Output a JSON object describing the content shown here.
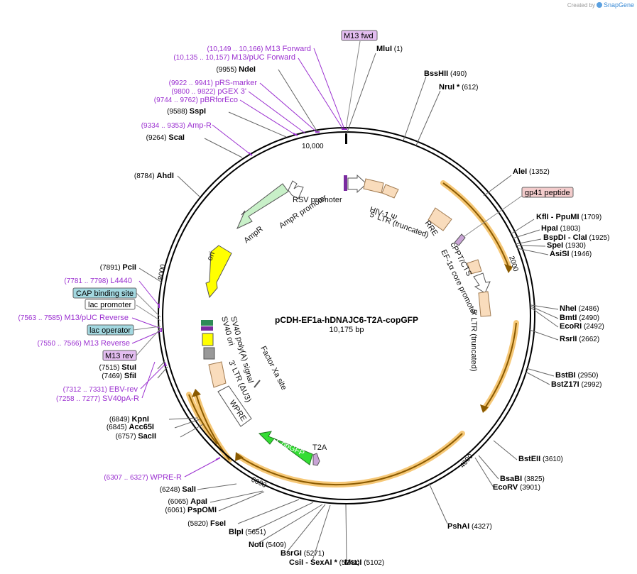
{
  "header": {
    "created_by": "Created by",
    "brand": "SnapGene"
  },
  "plasmid": {
    "name": "pCDH-EF1a-hDNAJC6-T2A-copGFP",
    "size": "10,175 bp"
  },
  "ticks": [
    "10,000",
    "2000",
    "4000",
    "6000",
    "8000"
  ],
  "colors": {
    "ring": "#000000",
    "orange_halo": "#f6c877",
    "purple": "#9b30d0",
    "site_tick": "#555555"
  },
  "sites": [
    {
      "name": "MluI",
      "pos": "(1)"
    },
    {
      "name": "BssHII",
      "pos": "(490)"
    },
    {
      "name": "NruI *",
      "pos": "(612)"
    },
    {
      "name": "AleI",
      "pos": "(1352)"
    },
    {
      "name": "KflI",
      "sep": "- ",
      "name2": "PpuMI",
      "pos": "(1709)"
    },
    {
      "name": "HpaI",
      "pos": "(1803)"
    },
    {
      "name": "BspDI",
      "sep": "- ",
      "name2": "ClaI",
      "pos": "(1925)"
    },
    {
      "name": "SpeI",
      "pos": "(1930)"
    },
    {
      "name": "AsiSI",
      "pos": "(1946)"
    },
    {
      "name": "NheI",
      "pos": "(2486)"
    },
    {
      "name": "BmtI",
      "pos": "(2490)"
    },
    {
      "name": "EcoRI",
      "pos": "(2492)"
    },
    {
      "name": "RsrII",
      "pos": "(2662)"
    },
    {
      "name": "BstBI",
      "pos": "(2950)"
    },
    {
      "name": "BstZ17I",
      "pos": "(2992)"
    },
    {
      "name": "BstEII",
      "pos": "(3610)"
    },
    {
      "name": "BsaBI",
      "pos": "(3825)"
    },
    {
      "name": "EcoRV",
      "pos": "(3901)"
    },
    {
      "name": "PshAI",
      "pos": "(4327)"
    },
    {
      "name": "MscI",
      "pos": "(5102)"
    },
    {
      "name": "CsiI",
      "sep": "- ",
      "name2": "SexAI *",
      "pos": "(5241)"
    },
    {
      "name": "BsrGI",
      "pos": "(5271)"
    },
    {
      "name": "NotI",
      "pos": "(5409)"
    },
    {
      "name": "BlpI",
      "pos": "(5651)"
    },
    {
      "name": "FseI",
      "pos": "(5820)"
    },
    {
      "name": "PspOMI",
      "pos": "(6061)"
    },
    {
      "name": "ApaI",
      "pos": "(6065)"
    },
    {
      "name": "SalI",
      "pos": "(6248)"
    },
    {
      "name": "SacII",
      "pos": "(6757)"
    },
    {
      "name": "Acc65I",
      "pos": "(6845)"
    },
    {
      "name": "KpnI",
      "pos": "(6849)"
    },
    {
      "name": "SfiI",
      "pos": "(7469)"
    },
    {
      "name": "StuI",
      "pos": "(7515)"
    },
    {
      "name": "PciI",
      "pos": "(7891)"
    },
    {
      "name": "AhdI",
      "pos": "(8784)"
    },
    {
      "name": "ScaI",
      "pos": "(9264)"
    },
    {
      "name": "SspI",
      "pos": "(9588)"
    },
    {
      "name": "NdeI",
      "pos": "(9955)"
    }
  ],
  "primers": [
    {
      "range": "(10,149 .. 10,166)",
      "name": "M13 Forward"
    },
    {
      "range": "(10,135 .. 10,157)",
      "name": "M13/pUC Forward"
    },
    {
      "range": "(9922 .. 9941)",
      "name": "pRS-marker"
    },
    {
      "range": "(9800 .. 9822)",
      "name": "pGEX 3'"
    },
    {
      "range": "(9744 .. 9762)",
      "name": "pBRforEco"
    },
    {
      "range": "(9334 .. 9353)",
      "name": "Amp-R"
    },
    {
      "range": "(7781 .. 7798)",
      "name": "L4440"
    },
    {
      "range": "(7563 .. 7585)",
      "name": "M13/pUC Reverse"
    },
    {
      "range": "(7550 .. 7566)",
      "name": "M13 Reverse"
    },
    {
      "range": "(7312 .. 7331)",
      "name": "EBV-rev"
    },
    {
      "range": "(7258 .. 7277)",
      "name": "SV40pA-R"
    },
    {
      "range": "(6307 .. 6327)",
      "name": "WPRE-R"
    }
  ],
  "boxes": {
    "m13fwd": "M13 fwd",
    "gp41": "gp41 peptide",
    "cap": "CAP binding site",
    "lacprom": "lac promoter",
    "lacop": "lac operator",
    "m13rev": "M13 rev"
  },
  "features": {
    "rsv": "RSV promoter",
    "hiv": "HIV-1 Ψ",
    "ltr5": "5' LTR (truncated)",
    "rre": "RRE",
    "cppt": "cPPT/CTS",
    "ef1a": "EF-1α core promoter",
    "ltr5b": "5' LTR (truncated)",
    "ampr": "AmpR",
    "ampr_prom": "AmpR promoter",
    "ori": "ori",
    "sv40pa": "SV40 poly(A) signal",
    "sv40ori": "SV40 ori",
    "ltr3": "3' LTR (ΔU3)",
    "factorxa": "Factor Xa site",
    "wpre": "WPRE",
    "copgfp": "CopGFP",
    "t2a": "T2A"
  }
}
